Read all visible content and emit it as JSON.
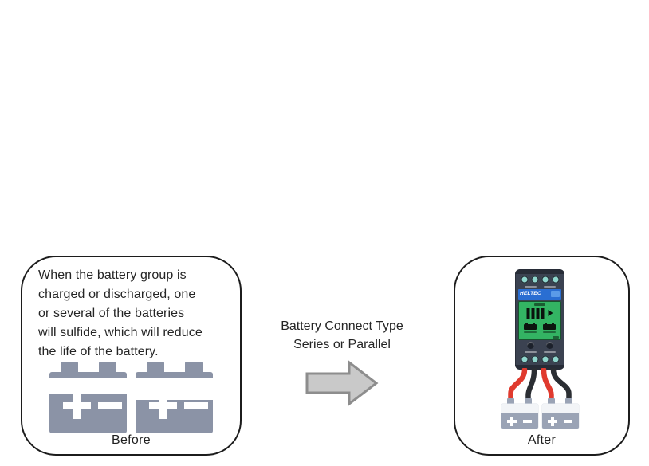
{
  "before_panel": {
    "description": "When the battery group is\ncharged or discharged, one\nor several of the batteries\nwill sulfide, which will reduce\nthe life of the battery.",
    "label": "Before"
  },
  "transition": {
    "caption": "Battery Connect Type\nSeries or Parallel"
  },
  "after_panel": {
    "label": "After",
    "device": {
      "brand": "HELTEC"
    }
  },
  "icons": {
    "right_arrow": "block-arrow-right (css polygon)",
    "terminal_screw": "teal circle",
    "battery_gauge": "four black bars with play-triangle",
    "plus_symbol": "+",
    "minus_symbol": "−"
  },
  "colors": {
    "panel_border": "#1c1c1c",
    "text": "#252525",
    "battery_gray": "#8b93a6",
    "arrow_fill": "#c9c9c9",
    "arrow_stroke": "#8d8d8d",
    "device_body": "#3b4251",
    "terminal_teal": "#8fd6cd",
    "brand_blue": "#2a6ed2",
    "screen_green": "#33b463",
    "wire_red": "#e03a2e",
    "wire_black": "#2b2e33",
    "small_battery_gray": "#9aa3b5"
  }
}
